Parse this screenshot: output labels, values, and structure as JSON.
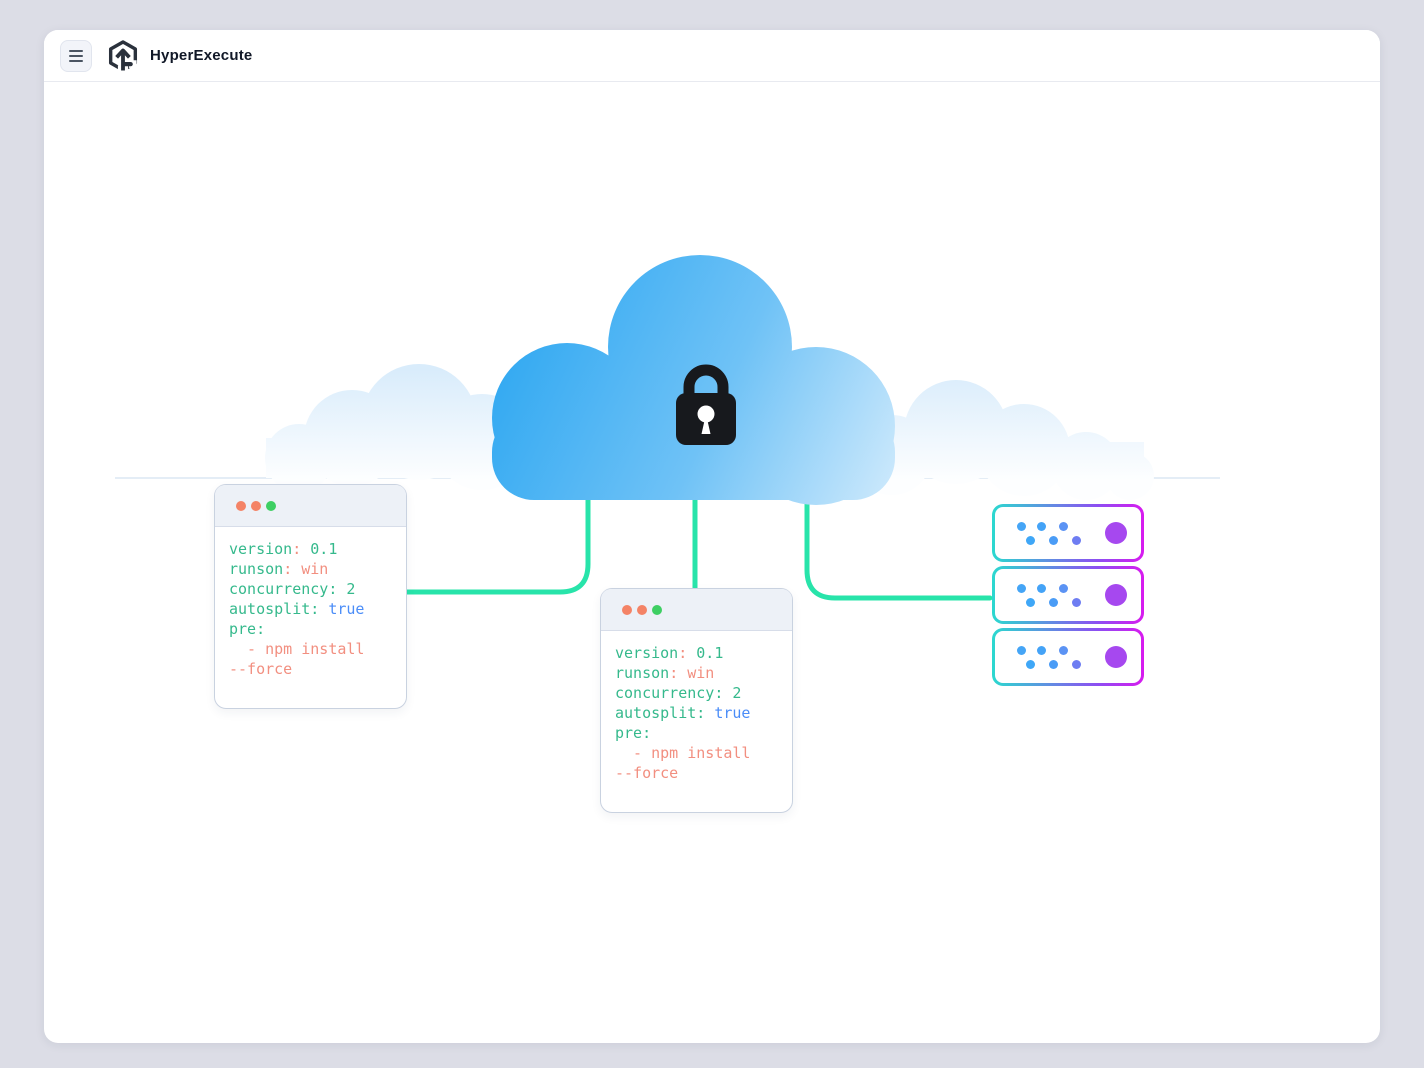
{
  "app": {
    "title": "HyperExecute"
  },
  "header": {
    "menu_icon": "hamburger-menu",
    "logo_icon": "hyperexecute-hexagon-arrow"
  },
  "colors": {
    "page_background": "#dcdde6",
    "card_background": "#ffffff",
    "connector_teal": "#28e4aa",
    "cloud_blue_start": "#2ba6f1",
    "cloud_blue_end": "#cfeafc",
    "lock_dark": "#17191d",
    "rack_gradient_start": "#2bd9cf",
    "rack_gradient_end": "#d81aef"
  },
  "code": {
    "palette": {
      "green": "#35b98c",
      "salmon": "#f28f80",
      "blue": "#4b8df8"
    },
    "traffic_lights": [
      "#f48366",
      "#f48366",
      "#3ecf63"
    ],
    "lines": [
      [
        {
          "t": "version",
          "c": "green"
        },
        {
          "t": ":",
          "c": "salmon"
        },
        {
          "t": " 0.1",
          "c": "green"
        }
      ],
      [
        {
          "t": "runson",
          "c": "green"
        },
        {
          "t": ":",
          "c": "salmon"
        },
        {
          "t": " win",
          "c": "salmon"
        }
      ],
      [
        {
          "t": "concurrency:",
          "c": "green"
        },
        {
          "t": " 2",
          "c": "green"
        }
      ],
      [
        {
          "t": "autosplit:",
          "c": "green"
        },
        {
          "t": " true",
          "c": "blue"
        }
      ],
      [
        {
          "t": "pre:",
          "c": "green"
        }
      ],
      [
        {
          "t": "  - npm install",
          "c": "salmon"
        }
      ],
      [
        {
          "t": "--force",
          "c": "salmon"
        }
      ]
    ]
  },
  "servers": {
    "count": 3,
    "dot_colors": [
      "#45a5f6",
      "#3fa7f7",
      "#44a3f7",
      "#4a9cf6",
      "#5b93f4",
      "#6e7df2"
    ],
    "big_dot_color": "#a648ef"
  }
}
